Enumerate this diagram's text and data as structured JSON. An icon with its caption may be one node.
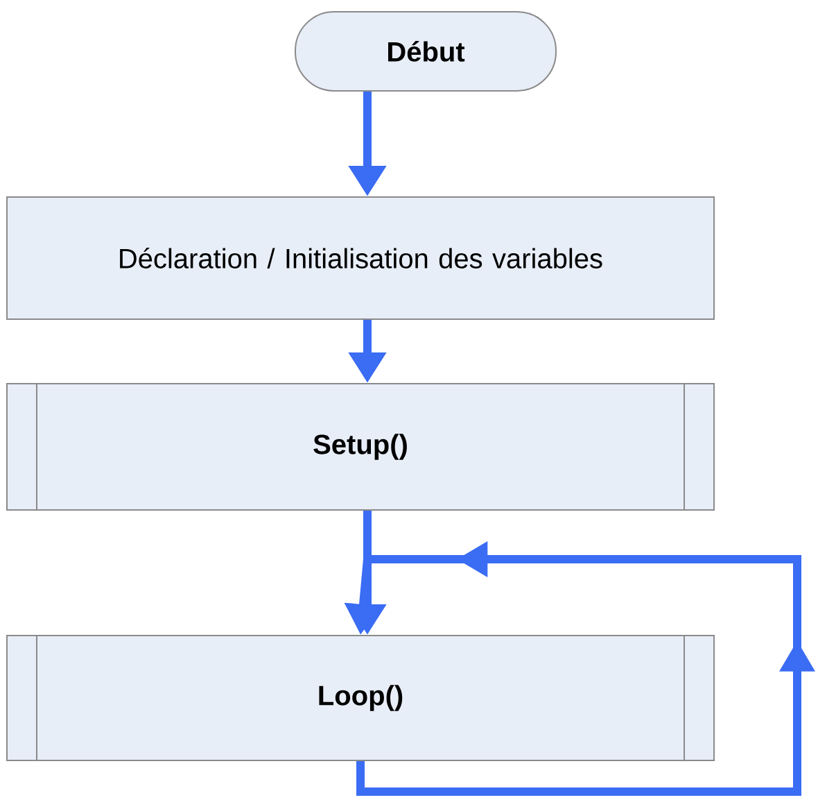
{
  "diagram": {
    "nodes": [
      {
        "text": [
          "Début"
        ]
      },
      {
        "text": [
          "Déclaration / Initialisation des variables"
        ]
      },
      {
        "text": [
          "Setup()"
        ]
      },
      {
        "text": [
          "Loop()"
        ]
      }
    ],
    "edges": [
      {
        "from": 0,
        "to": 1,
        "arrow": "to"
      },
      {
        "from": 1,
        "to": 2,
        "arrow": "to"
      },
      {
        "from": 2,
        "to": 3,
        "arrow": "to"
      },
      {
        "from": 3,
        "to": 3,
        "arrow": "to"
      }
    ]
  }
}
